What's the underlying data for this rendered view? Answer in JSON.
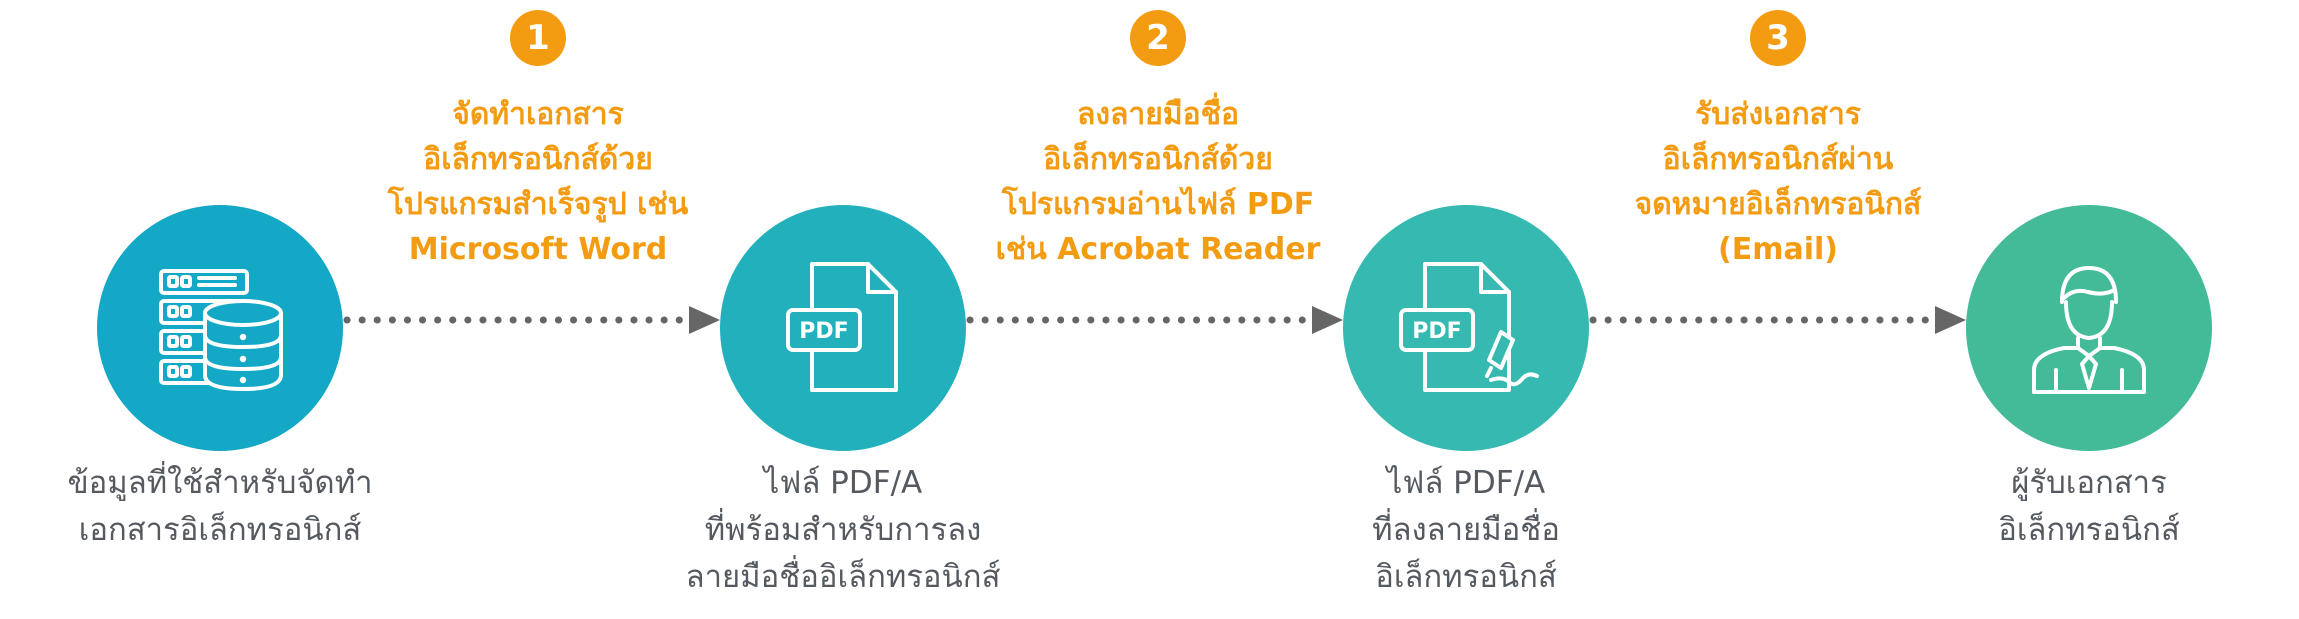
{
  "colors": {
    "accent": "#f39c12",
    "node1": "#13a8c6",
    "node2": "#22b1bc",
    "node3": "#35b9b0",
    "node4": "#43bb98",
    "arrow": "#666666",
    "caption": "#555a60"
  },
  "steps": [
    {
      "number": "1",
      "lines": [
        "จัดทำเอกสาร",
        "อิเล็กทรอนิกส์ด้วย",
        "โปรแกรมสำเร็จรูป เช่น",
        "Microsoft Word"
      ]
    },
    {
      "number": "2",
      "lines": [
        "ลงลายมือชื่อ",
        "อิเล็กทรอนิกส์ด้วย",
        "โปรแกรมอ่านไฟล์ PDF",
        "เช่น Acrobat Reader"
      ]
    },
    {
      "number": "3",
      "lines": [
        "รับส่งเอกสาร",
        "อิเล็กทรอนิกส์ผ่าน",
        "จดหมายอิเล็กทรอนิกส์",
        "(Email)"
      ]
    }
  ],
  "nodes": [
    {
      "icon": "database-server-icon",
      "caption": [
        "ข้อมูลที่ใช้สำหรับจัดทำ",
        "เอกสารอิเล็กทรอนิกส์"
      ]
    },
    {
      "icon": "pdf-file-icon",
      "icon_label": "PDF",
      "caption": [
        "ไฟล์ PDF/A",
        "ที่พร้อมสำหรับการลง",
        "ลายมือชื่ออิเล็กทรอนิกส์"
      ]
    },
    {
      "icon": "signed-pdf-file-icon",
      "icon_label": "PDF",
      "caption": [
        "ไฟล์ PDF/A",
        "ที่ลงลายมือชื่อ",
        "อิเล็กทรอนิกส์"
      ]
    },
    {
      "icon": "recipient-person-icon",
      "caption": [
        "ผู้รับเอกสาร",
        "อิเล็กทรอนิกส์"
      ]
    }
  ]
}
